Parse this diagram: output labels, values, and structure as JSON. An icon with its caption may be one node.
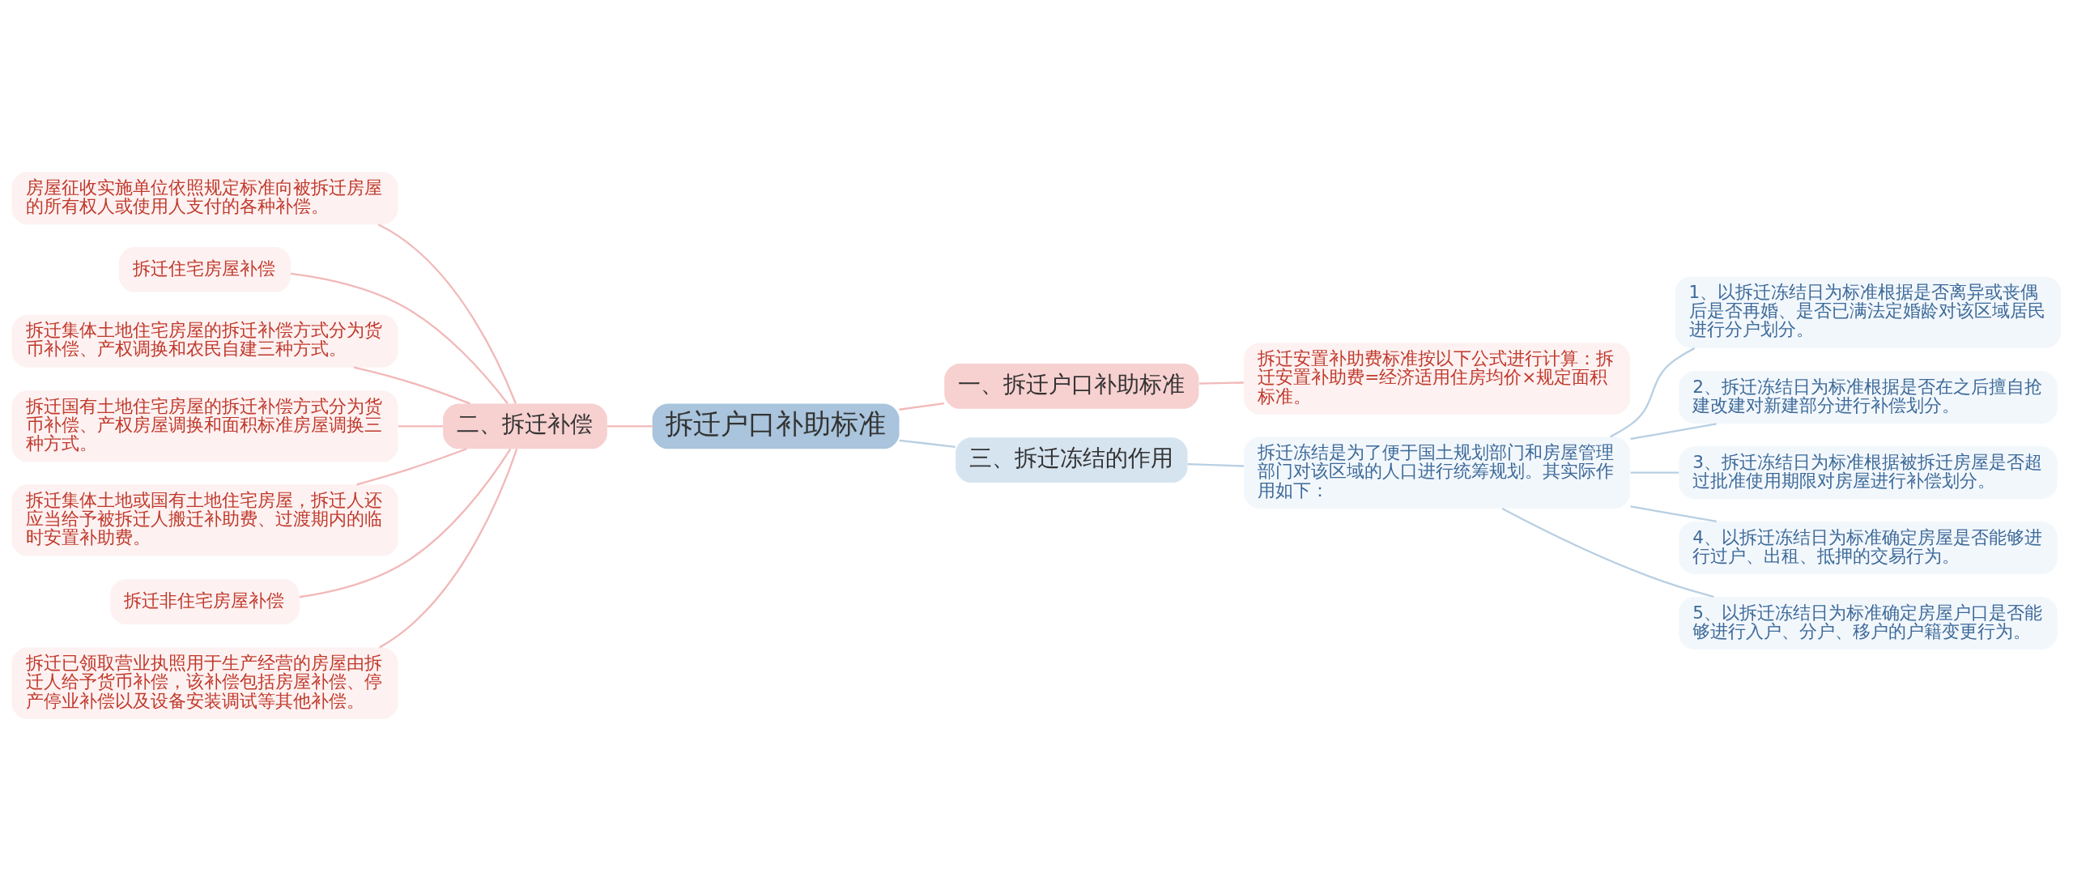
{
  "diagram": {
    "nodes": [
      {
        "text": [
          "拆迁户口补助标准"
        ]
      },
      {
        "text": [
          "一、拆迁户口补助标准"
        ]
      },
      {
        "text": [
          "拆迁安置补助费标准按以下公式进行计算：拆迁安置补助费=经济适用住房均价×规定面积标准。"
        ]
      },
      {
        "text": [
          "三、拆迁冻结的作用"
        ]
      },
      {
        "text": [
          "拆迁冻结是为了便于国土规划部门和房屋管理部门对该区域的人口进行统筹规划。其实际作用如下："
        ]
      },
      {
        "text": [
          "1、以拆迁冻结日为标准根据是否离异或丧偶后是否再婚、是否已满法定婚龄对该区域居民进行分户划分。"
        ]
      },
      {
        "text": [
          "2、拆迁冻结日为标准根据是否在之后擅自抢建改建对新建部分进行补偿划分。"
        ]
      },
      {
        "text": [
          "3、拆迁冻结日为标准根据被拆迁房屋是否超过批准使用期限对房屋进行补偿划分。"
        ]
      },
      {
        "text": [
          "4、以拆迁冻结日为标准确定房屋是否能够进行过户、出租、抵押的交易行为。"
        ]
      },
      {
        "text": [
          "5、以拆迁冻结日为标准确定房屋户口是否能够进行入户、分户、移户的户籍变更行为。"
        ]
      },
      {
        "text": [
          "二、拆迁补偿"
        ]
      },
      {
        "text": [
          "房屋征收实施单位依照规定标准向被拆迁房屋的所有权人或使用人支付的各种补偿。"
        ]
      },
      {
        "text": [
          "拆迁住宅房屋补偿"
        ]
      },
      {
        "text": [
          "拆迁集体土地住宅房屋的拆迁补偿方式分为货币补偿、产权调换和农民自建三种方式。"
        ]
      },
      {
        "text": [
          "拆迁国有土地住宅房屋的拆迁补偿方式分为货币补偿、产权房屋调换和面积标准房屋调换三种方式。"
        ]
      },
      {
        "text": [
          "拆迁集体土地或国有土地住宅房屋，拆迁人还应当给予被拆迁人搬迁补助费、过渡期内的临时安置补助费。"
        ]
      },
      {
        "text": [
          "拆迁非住宅房屋补偿"
        ]
      },
      {
        "text": [
          "拆迁已领取营业执照用于生产经营的房屋由拆迁人给予货币补偿，该补偿包括房屋补偿、停产停业补偿以及设备安装调试等其他补偿。"
        ]
      }
    ],
    "edges": [
      {
        "from": 0,
        "to": 1,
        "arrow": "none",
        "color": "#f2b8b8"
      },
      {
        "from": 1,
        "to": 2,
        "arrow": "none",
        "color": "#f2b8b8"
      },
      {
        "from": 0,
        "to": 3,
        "arrow": "none",
        "color": "#b8cfe3"
      },
      {
        "from": 3,
        "to": 4,
        "arrow": "none",
        "color": "#b8cfe3"
      },
      {
        "from": 4,
        "to": 5,
        "arrow": "none",
        "color": "#b8cfe3"
      },
      {
        "from": 4,
        "to": 6,
        "arrow": "none",
        "color": "#b8cfe3"
      },
      {
        "from": 4,
        "to": 7,
        "arrow": "none",
        "color": "#b8cfe3"
      },
      {
        "from": 4,
        "to": 8,
        "arrow": "none",
        "color": "#b8cfe3"
      },
      {
        "from": 4,
        "to": 9,
        "arrow": "none",
        "color": "#b8cfe3"
      },
      {
        "from": 0,
        "to": 10,
        "arrow": "none",
        "color": "#f2b8b8"
      },
      {
        "from": 10,
        "to": 11,
        "arrow": "none",
        "color": "#f2b8b8"
      },
      {
        "from": 10,
        "to": 12,
        "arrow": "none",
        "color": "#f2b8b8"
      },
      {
        "from": 10,
        "to": 13,
        "arrow": "none",
        "color": "#f2b8b8"
      },
      {
        "from": 10,
        "to": 14,
        "arrow": "none",
        "color": "#f2b8b8"
      },
      {
        "from": 10,
        "to": 15,
        "arrow": "none",
        "color": "#f2b8b8"
      },
      {
        "from": 10,
        "to": 16,
        "arrow": "none",
        "color": "#f2b8b8"
      },
      {
        "from": 10,
        "to": 17,
        "arrow": "none",
        "color": "#f2b8b8"
      }
    ]
  }
}
